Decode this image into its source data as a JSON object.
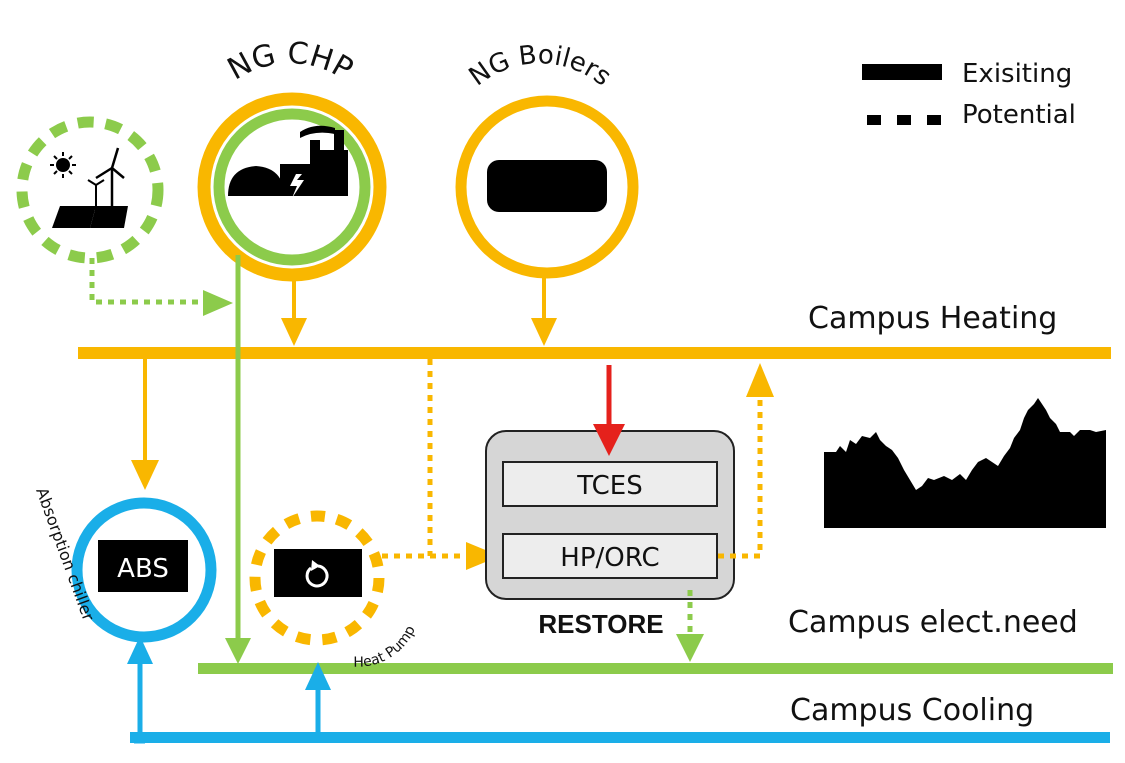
{
  "legend": {
    "existing": "Exisiting",
    "potential": "Potential"
  },
  "labels": {
    "ng_chp": "NG CHP",
    "ng_boilers": "NG Boilers",
    "campus_heating": "Campus Heating",
    "campus_elect": "Campus elect.need",
    "campus_cooling": "Campus Cooling",
    "tces": "TCES",
    "hp_orc": "HP/ORC",
    "restore": "RESTORE",
    "abs": "ABS",
    "absorption_chiller": "Absorption chiller",
    "heat_pump": "Heat Pump"
  },
  "colors": {
    "heating": "#F9B700",
    "electricity": "#8CCB4B",
    "cooling": "#1AAEE8",
    "restore_input": "#E5211C",
    "restore_box": "#D6D6D6",
    "dark": "#000000"
  }
}
